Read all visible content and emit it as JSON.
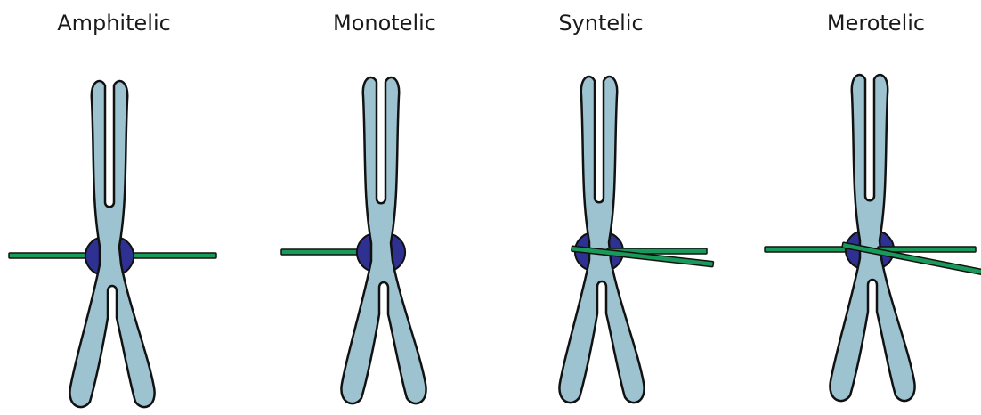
{
  "panels": [
    {
      "label": "Amphitelic"
    },
    {
      "label": "Monotelic"
    },
    {
      "label": "Syntelic"
    },
    {
      "label": "Merotelic"
    }
  ],
  "colors": {
    "chromatid_fill": "#9dc3d1",
    "outline": "#111111",
    "kinetochore_fill": "#2e3192",
    "microtubule_fill": "#1a9a5a",
    "background": "#ffffff"
  }
}
